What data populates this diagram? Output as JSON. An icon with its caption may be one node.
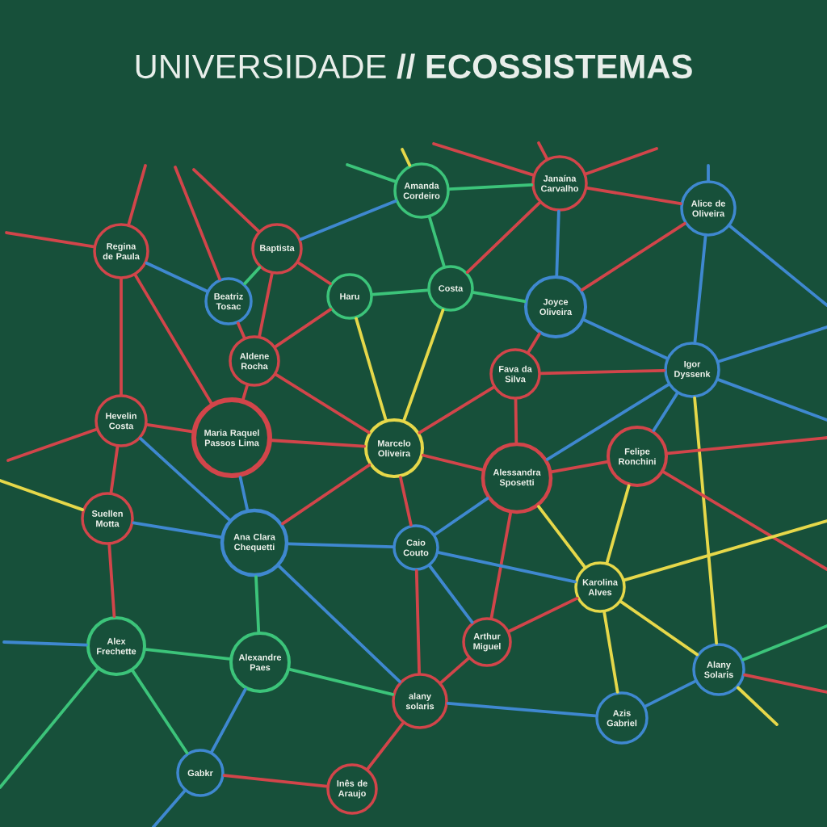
{
  "diagram": {
    "title": "UNIVERSIDADE **// ECOSSISTEMAS**",
    "nodes": [
      {
        "text": [
          "Amanda Cordeiro"
        ]
      },
      {
        "text": [
          "Janaína Carvalho"
        ]
      },
      {
        "text": [
          "Regina de Paula"
        ]
      },
      {
        "text": [
          "Baptista"
        ]
      },
      {
        "text": [
          "Alice de Oliveira"
        ]
      },
      {
        "text": [
          "Beatriz Tosac"
        ]
      },
      {
        "text": [
          "Haru"
        ]
      },
      {
        "text": [
          "Costa"
        ]
      },
      {
        "text": [
          "Joyce Oliveira"
        ]
      },
      {
        "text": [
          "Aldene Rocha"
        ]
      },
      {
        "text": [
          "Fava da Silva"
        ]
      },
      {
        "text": [
          "Igor Dyssenk"
        ]
      },
      {
        "text": [
          "Hevelin Costa"
        ]
      },
      {
        "text": [
          "Maria Raquel Passos Lima"
        ]
      },
      {
        "text": [
          "Marcelo Oliveira"
        ]
      },
      {
        "text": [
          "Alessandra Sposetti"
        ]
      },
      {
        "text": [
          "Felipe Ronchini"
        ]
      },
      {
        "text": [
          "Suellen Motta"
        ]
      },
      {
        "text": [
          "Ana Clara Chequetti"
        ]
      },
      {
        "text": [
          "Caio Couto"
        ]
      },
      {
        "text": [
          "Karolina Alves"
        ]
      },
      {
        "text": [
          "Alex Frechette"
        ]
      },
      {
        "text": [
          "Arthur Miguel"
        ]
      },
      {
        "text": [
          "Alexandre Paes"
        ]
      },
      {
        "text": [
          "Alany Solaris"
        ]
      },
      {
        "text": [
          "alany solaris"
        ]
      },
      {
        "text": [
          "Azis Gabriel"
        ]
      },
      {
        "text": [
          "Gabkr"
        ]
      },
      {
        "text": [
          "Inês de Araujo"
        ]
      }
    ],
    "edges": [
      {
        "from": 0,
        "to": 1,
        "arrow": "none",
        "color": "#3cc47a"
      },
      {
        "from": 0,
        "to": 7,
        "arrow": "none",
        "color": "#3cc47a"
      },
      {
        "from": 0,
        "to": 3,
        "arrow": "none",
        "color": "#3f88d0"
      },
      {
        "from": 1,
        "to": 7,
        "arrow": "none",
        "color": "#d2454a"
      },
      {
        "from": 1,
        "to": 8,
        "arrow": "none",
        "color": "#3f88d0"
      },
      {
        "from": 1,
        "to": 4,
        "arrow": "none",
        "color": "#d2454a"
      },
      {
        "from": 4,
        "to": 8,
        "arrow": "none",
        "color": "#d2454a"
      },
      {
        "from": 4,
        "to": 11,
        "arrow": "none",
        "color": "#3f88d0"
      },
      {
        "from": 8,
        "to": 7,
        "arrow": "none",
        "color": "#3cc47a"
      },
      {
        "from": 8,
        "to": 11,
        "arrow": "none",
        "color": "#3f88d0"
      },
      {
        "from": 8,
        "to": 10,
        "arrow": "none",
        "color": "#d2454a"
      },
      {
        "from": 7,
        "to": 6,
        "arrow": "none",
        "color": "#3cc47a"
      },
      {
        "from": 7,
        "to": 14,
        "arrow": "none",
        "color": "#e6d84a"
      },
      {
        "from": 6,
        "to": 14,
        "arrow": "none",
        "color": "#e6d84a"
      },
      {
        "from": 6,
        "to": 9,
        "arrow": "none",
        "color": "#d2454a"
      },
      {
        "from": 3,
        "to": 6,
        "arrow": "none",
        "color": "#d2454a"
      },
      {
        "from": 3,
        "to": 5,
        "arrow": "none",
        "color": "#3cc47a"
      },
      {
        "from": 3,
        "to": 9,
        "arrow": "none",
        "color": "#d2454a"
      },
      {
        "from": 5,
        "to": 9,
        "arrow": "none",
        "color": "#d2454a"
      },
      {
        "from": 2,
        "to": 5,
        "arrow": "none",
        "color": "#3f88d0"
      },
      {
        "from": 2,
        "to": 12,
        "arrow": "none",
        "color": "#d2454a"
      },
      {
        "from": 2,
        "to": 13,
        "arrow": "none",
        "color": "#d2454a"
      },
      {
        "from": 9,
        "to": 13,
        "arrow": "none",
        "color": "#d2454a"
      },
      {
        "from": 9,
        "to": 14,
        "arrow": "none",
        "color": "#d2454a"
      },
      {
        "from": 10,
        "to": 11,
        "arrow": "none",
        "color": "#d2454a"
      },
      {
        "from": 10,
        "to": 14,
        "arrow": "none",
        "color": "#d2454a"
      },
      {
        "from": 10,
        "to": 15,
        "arrow": "none",
        "color": "#d2454a"
      },
      {
        "from": 11,
        "to": 15,
        "arrow": "none",
        "color": "#3f88d0"
      },
      {
        "from": 11,
        "to": 16,
        "arrow": "none",
        "color": "#3f88d0"
      },
      {
        "from": 11,
        "to": 24,
        "arrow": "none",
        "color": "#e6d84a"
      },
      {
        "from": 12,
        "to": 13,
        "arrow": "none",
        "color": "#d2454a"
      },
      {
        "from": 12,
        "to": 17,
        "arrow": "none",
        "color": "#d2454a"
      },
      {
        "from": 12,
        "to": 18,
        "arrow": "none",
        "color": "#3f88d0"
      },
      {
        "from": 13,
        "to": 14,
        "arrow": "none",
        "color": "#d2454a"
      },
      {
        "from": 13,
        "to": 18,
        "arrow": "none",
        "color": "#3f88d0"
      },
      {
        "from": 14,
        "to": 18,
        "arrow": "none",
        "color": "#d2454a"
      },
      {
        "from": 14,
        "to": 19,
        "arrow": "none",
        "color": "#d2454a"
      },
      {
        "from": 14,
        "to": 15,
        "arrow": "none",
        "color": "#d2454a"
      },
      {
        "from": 15,
        "to": 16,
        "arrow": "none",
        "color": "#d2454a"
      },
      {
        "from": 15,
        "to": 19,
        "arrow": "none",
        "color": "#3f88d0"
      },
      {
        "from": 15,
        "to": 20,
        "arrow": "none",
        "color": "#e6d84a"
      },
      {
        "from": 15,
        "to": 22,
        "arrow": "none",
        "color": "#d2454a"
      },
      {
        "from": 16,
        "to": 20,
        "arrow": "none",
        "color": "#e6d84a"
      },
      {
        "from": 17,
        "to": 18,
        "arrow": "none",
        "color": "#3f88d0"
      },
      {
        "from": 17,
        "to": 21,
        "arrow": "none",
        "color": "#d2454a"
      },
      {
        "from": 18,
        "to": 19,
        "arrow": "none",
        "color": "#3f88d0"
      },
      {
        "from": 18,
        "to": 23,
        "arrow": "none",
        "color": "#3cc47a"
      },
      {
        "from": 18,
        "to": 25,
        "arrow": "none",
        "color": "#3f88d0"
      },
      {
        "from": 19,
        "to": 20,
        "arrow": "none",
        "color": "#3f88d0"
      },
      {
        "from": 19,
        "to": 22,
        "arrow": "none",
        "color": "#3f88d0"
      },
      {
        "from": 19,
        "to": 25,
        "arrow": "none",
        "color": "#d2454a"
      },
      {
        "from": 20,
        "to": 22,
        "arrow": "none",
        "color": "#d2454a"
      },
      {
        "from": 20,
        "to": 26,
        "arrow": "none",
        "color": "#e6d84a"
      },
      {
        "from": 20,
        "to": 24,
        "arrow": "none",
        "color": "#e6d84a"
      },
      {
        "from": 21,
        "to": 23,
        "arrow": "none",
        "color": "#3cc47a"
      },
      {
        "from": 21,
        "to": 27,
        "arrow": "none",
        "color": "#3cc47a"
      },
      {
        "from": 23,
        "to": 25,
        "arrow": "none",
        "color": "#3cc47a"
      },
      {
        "from": 23,
        "to": 27,
        "arrow": "none",
        "color": "#3f88d0"
      },
      {
        "from": 22,
        "to": 25,
        "arrow": "none",
        "color": "#d2454a"
      },
      {
        "from": 25,
        "to": 26,
        "arrow": "none",
        "color": "#3f88d0"
      },
      {
        "from": 25,
        "to": 28,
        "arrow": "none",
        "color": "#d2454a"
      },
      {
        "from": 26,
        "to": 24,
        "arrow": "none",
        "color": "#3f88d0"
      },
      {
        "from": 27,
        "to": 28,
        "arrow": "none",
        "color": "#d2454a"
      },
      {
        "from": 2,
        "to": null,
        "arrow": "none",
        "color": "#d2454a"
      },
      {
        "from": 2,
        "to": null,
        "arrow": "none",
        "color": "#d2454a"
      },
      {
        "from": 5,
        "to": null,
        "arrow": "none",
        "color": "#d2454a"
      },
      {
        "from": 3,
        "to": null,
        "arrow": "none",
        "color": "#d2454a"
      },
      {
        "from": 0,
        "to": null,
        "arrow": "none",
        "color": "#3cc47a"
      },
      {
        "from": 0,
        "to": null,
        "arrow": "none",
        "color": "#e6d84a"
      },
      {
        "from": 1,
        "to": null,
        "arrow": "none",
        "color": "#d2454a"
      },
      {
        "from": 1,
        "to": null,
        "arrow": "none",
        "color": "#d2454a"
      },
      {
        "from": 1,
        "to": null,
        "arrow": "none",
        "color": "#d2454a"
      },
      {
        "from": 4,
        "to": null,
        "arrow": "none",
        "color": "#3f88d0"
      },
      {
        "from": 4,
        "to": null,
        "arrow": "none",
        "color": "#3f88d0"
      },
      {
        "from": 11,
        "to": null,
        "arrow": "none",
        "color": "#3f88d0"
      },
      {
        "from": 11,
        "to": null,
        "arrow": "none",
        "color": "#3f88d0"
      },
      {
        "from": 16,
        "to": null,
        "arrow": "none",
        "color": "#d2454a"
      },
      {
        "from": 16,
        "to": null,
        "arrow": "none",
        "color": "#d2454a"
      },
      {
        "from": 20,
        "to": null,
        "arrow": "none",
        "color": "#e6d84a"
      },
      {
        "from": 12,
        "to": null,
        "arrow": "none",
        "color": "#d2454a"
      },
      {
        "from": 17,
        "to": null,
        "arrow": "none",
        "color": "#e6d84a"
      },
      {
        "from": 21,
        "to": null,
        "arrow": "none",
        "color": "#3f88d0"
      },
      {
        "from": 21,
        "to": null,
        "arrow": "none",
        "color": "#3cc47a"
      },
      {
        "from": 24,
        "to": null,
        "arrow": "none",
        "color": "#3cc47a"
      },
      {
        "from": 24,
        "to": null,
        "arrow": "none",
        "color": "#d2454a"
      },
      {
        "from": 24,
        "to": null,
        "arrow": "none",
        "color": "#e6d84a"
      },
      {
        "from": 27,
        "to": null,
        "arrow": "none",
        "color": "#3f88d0"
      }
    ]
  }
}
